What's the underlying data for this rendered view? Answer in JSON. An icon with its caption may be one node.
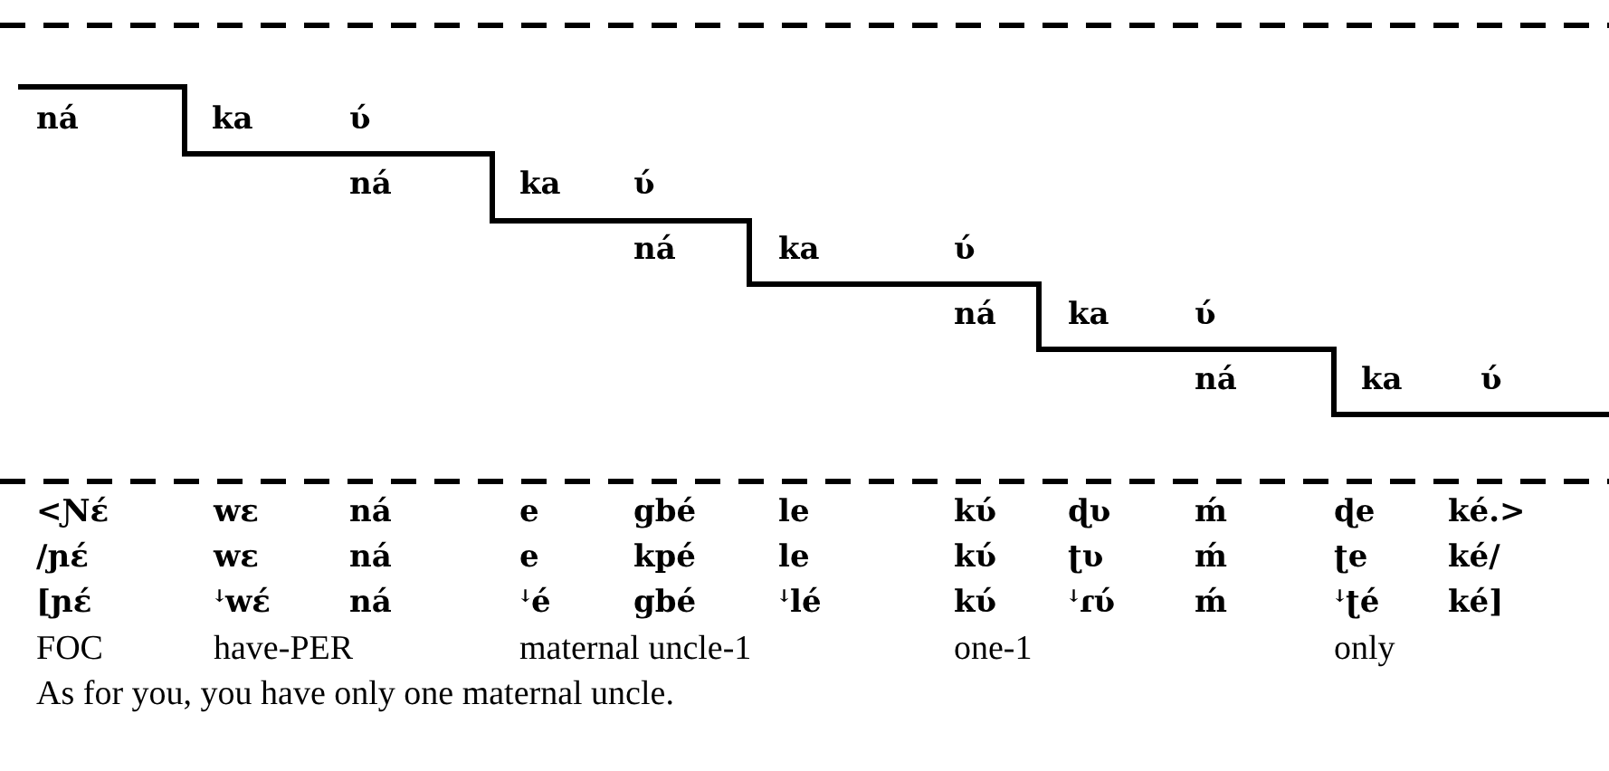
{
  "diagram": {
    "labels": [
      "ná",
      "ka",
      "ʋ́",
      "ná",
      "ka",
      "ʋ́",
      "ná",
      "ka",
      "ʋ́",
      "ná",
      "ka",
      "ʋ́",
      "ná",
      "ka",
      "ʋ́",
      "<Ɲɛ́",
      "wɛ",
      "ná",
      "e",
      "gbé",
      "le",
      "kʋ́",
      "ɖʋ",
      "ḿ",
      "ɖe",
      "ké.>",
      "/ɲɛ́",
      "wɛ",
      "ná",
      "e",
      "kpé",
      "le",
      "kʋ́",
      "ʈʋ",
      "ḿ",
      "ʈe",
      "ké/",
      "[ɲɛ́",
      "ꜜwɛ́",
      "ná",
      "ꜜé",
      "gbé",
      "ꜜlé",
      "kʋ́",
      "ꜜɾʋ́",
      "ḿ",
      "ꜜʈé",
      "ké]",
      "FOC",
      "have-PER",
      "maternal uncle-1",
      "one-1",
      "only",
      "As for you, you have only one maternal uncle."
    ]
  }
}
